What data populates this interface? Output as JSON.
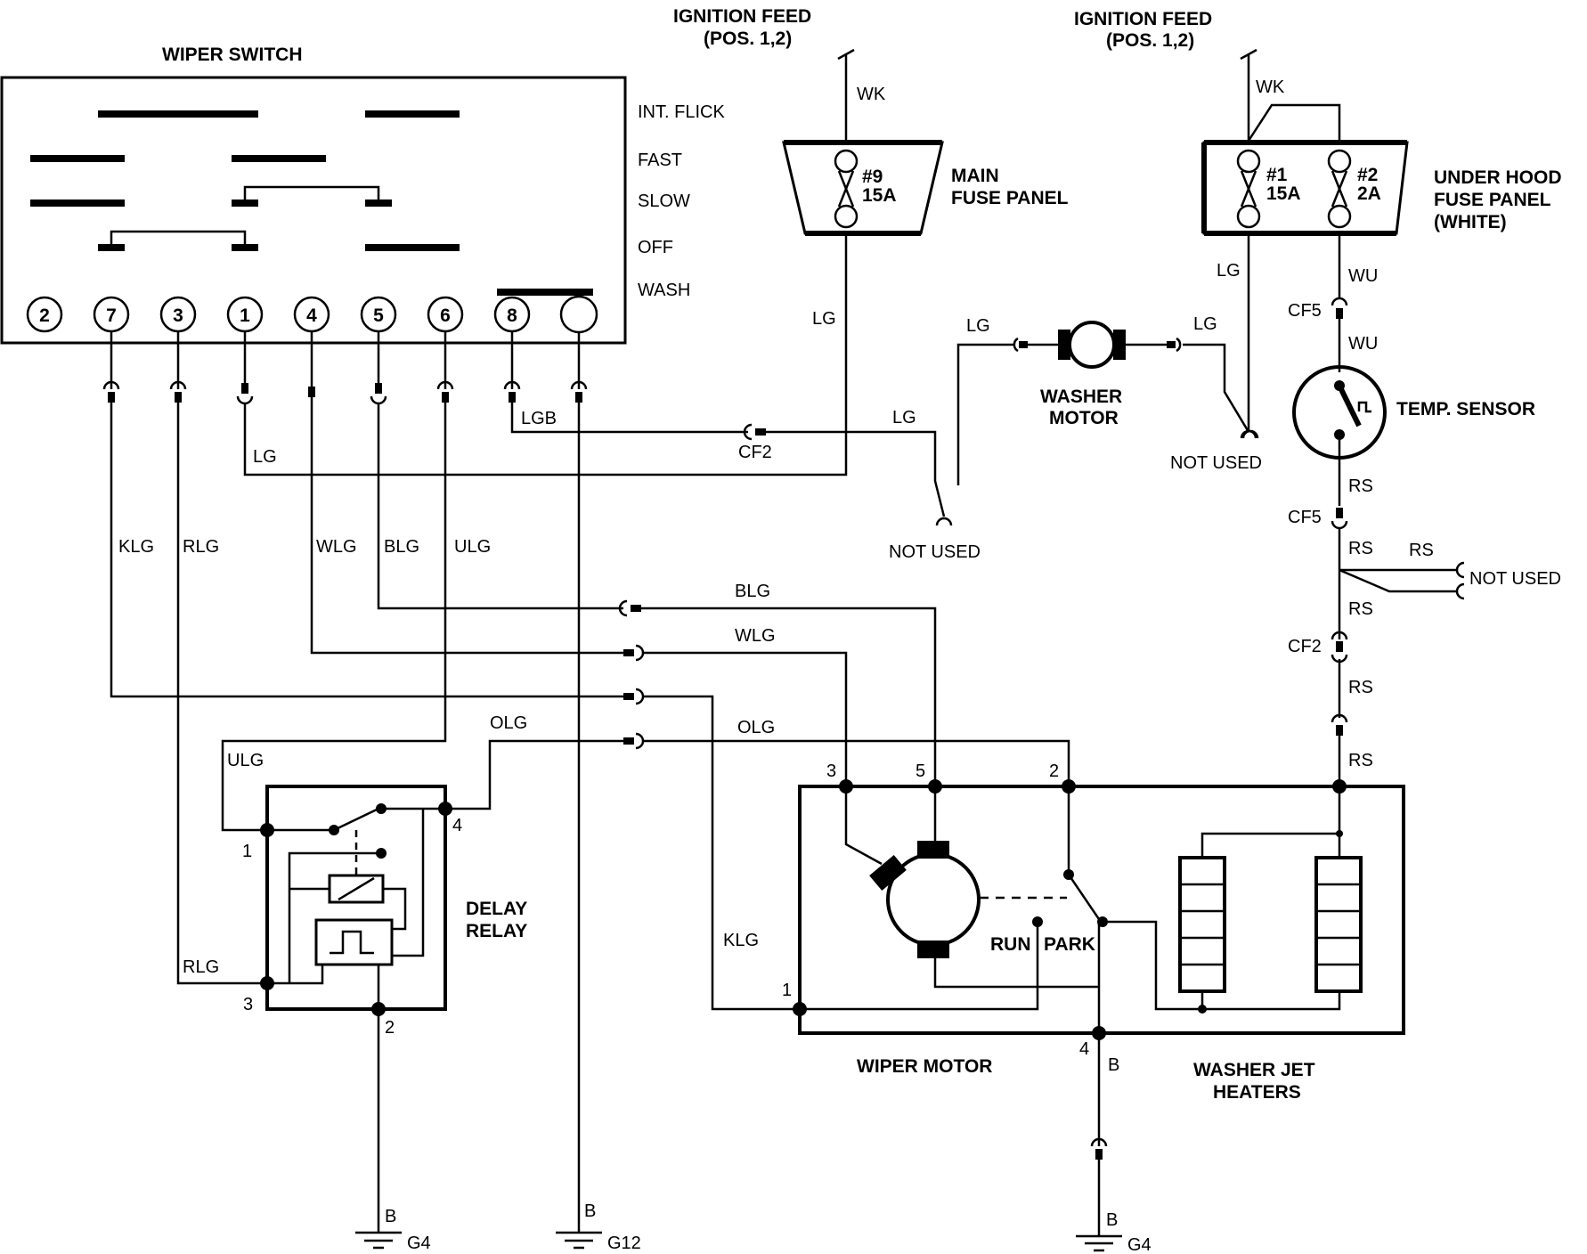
{
  "switch": {
    "title": "WIPER SWITCH",
    "positions": [
      "INT. FLICK",
      "FAST",
      "SLOW",
      "OFF",
      "WASH"
    ],
    "terminals": [
      "2",
      "7",
      "3",
      "1",
      "4",
      "5",
      "6",
      "8"
    ]
  },
  "feeds": {
    "left": {
      "line1": "IGNITION FEED",
      "line2": "(POS. 1,2)"
    },
    "right": {
      "line1": "IGNITION FEED",
      "line2": "(POS. 1,2)"
    }
  },
  "fuse_panels": {
    "main": {
      "line1": "MAIN",
      "line2": "FUSE PANEL",
      "fuse_num": "#9",
      "fuse_amp": "15A"
    },
    "under_hood": {
      "line1": "UNDER HOOD",
      "line2": "FUSE PANEL",
      "line3": "(WHITE)",
      "fuse1_num": "#1",
      "fuse1_amp": "15A",
      "fuse2_num": "#2",
      "fuse2_amp": "2A"
    }
  },
  "components": {
    "washer_motor": {
      "line1": "WASHER",
      "line2": "MOTOR"
    },
    "temp_sensor": "TEMP. SENSOR",
    "delay_relay": {
      "line1": "DELAY",
      "line2": "RELAY"
    },
    "wiper_motor": "WIPER MOTOR",
    "washer_jet_heaters": {
      "line1": "WASHER JET",
      "line2": "HEATERS"
    },
    "run": "RUN",
    "park": "PARK"
  },
  "wires": {
    "wk": "WK",
    "lg": "LG",
    "lgb": "LGB",
    "klg": "KLG",
    "rlg": "RLG",
    "wlg": "WLG",
    "blg": "BLG",
    "ulg": "ULG",
    "olg": "OLG",
    "wu": "WU",
    "rs": "RS",
    "b": "B"
  },
  "connectors": {
    "cf2": "CF2",
    "cf5": "CF5"
  },
  "not_used": "NOT USED",
  "grounds": {
    "g4": "G4",
    "g12": "G12"
  },
  "pins": {
    "relay_1": "1",
    "relay_2": "2",
    "relay_3": "3",
    "relay_4": "4",
    "motor_1": "1",
    "motor_2": "2",
    "motor_3": "3",
    "motor_4": "4",
    "motor_5": "5"
  }
}
